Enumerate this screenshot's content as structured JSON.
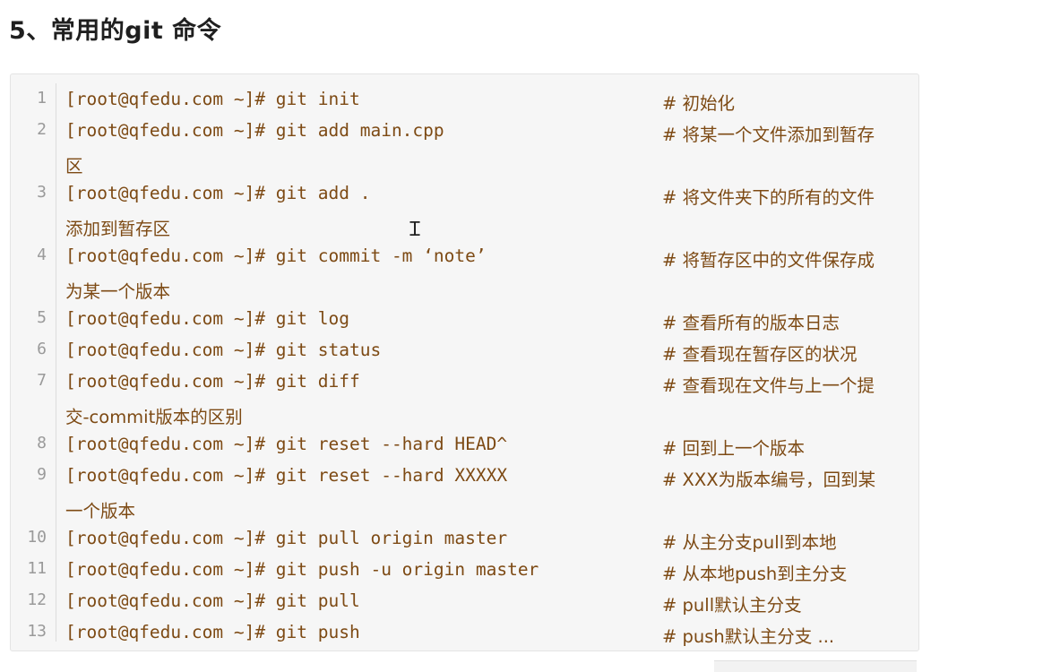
{
  "heading": "5、常用的git 命令",
  "lines": [
    {
      "num": "1",
      "cmd": "[root@qfedu.com ~]# git init",
      "comment": "# 初始化",
      "wrap": ""
    },
    {
      "num": "2",
      "cmd": "[root@qfedu.com ~]# git add main.cpp",
      "comment": "# 将某一个文件添加到暂存",
      "wrap": "区"
    },
    {
      "num": "3",
      "cmd": "[root@qfedu.com ~]# git add .",
      "comment": "# 将文件夹下的所有的文件",
      "wrap": "添加到暂存区"
    },
    {
      "num": "4",
      "cmd": "[root@qfedu.com ~]# git commit -m ‘note’",
      "comment": "# 将暂存区中的文件保存成",
      "wrap": "为某一个版本"
    },
    {
      "num": "5",
      "cmd": "[root@qfedu.com ~]# git log",
      "comment": "# 查看所有的版本日志",
      "wrap": ""
    },
    {
      "num": "6",
      "cmd": "[root@qfedu.com ~]# git status",
      "comment": "# 查看现在暂存区的状况",
      "wrap": ""
    },
    {
      "num": "7",
      "cmd": "[root@qfedu.com ~]# git diff",
      "comment": "# 查看现在文件与上一个提",
      "wrap": "交-commit版本的区别"
    },
    {
      "num": "8",
      "cmd": "[root@qfedu.com ~]# git reset --hard HEAD^",
      "comment": "# 回到上一个版本",
      "wrap": ""
    },
    {
      "num": "9",
      "cmd": "[root@qfedu.com ~]# git reset --hard XXXXX",
      "comment": "# XXX为版本编号，回到某",
      "wrap": "一个版本"
    },
    {
      "num": "10",
      "cmd": "[root@qfedu.com ~]# git pull origin master",
      "comment": "# 从主分支pull到本地",
      "wrap": ""
    },
    {
      "num": "11",
      "cmd": "[root@qfedu.com ~]# git push -u origin master",
      "comment": "# 从本地push到主分支",
      "wrap": ""
    },
    {
      "num": "12",
      "cmd": "[root@qfedu.com ~]# git pull",
      "comment": "# pull默认主分支",
      "wrap": ""
    },
    {
      "num": "13",
      "cmd": "[root@qfedu.com ~]# git push",
      "comment": "# push默认主分支 ...",
      "wrap": ""
    }
  ]
}
